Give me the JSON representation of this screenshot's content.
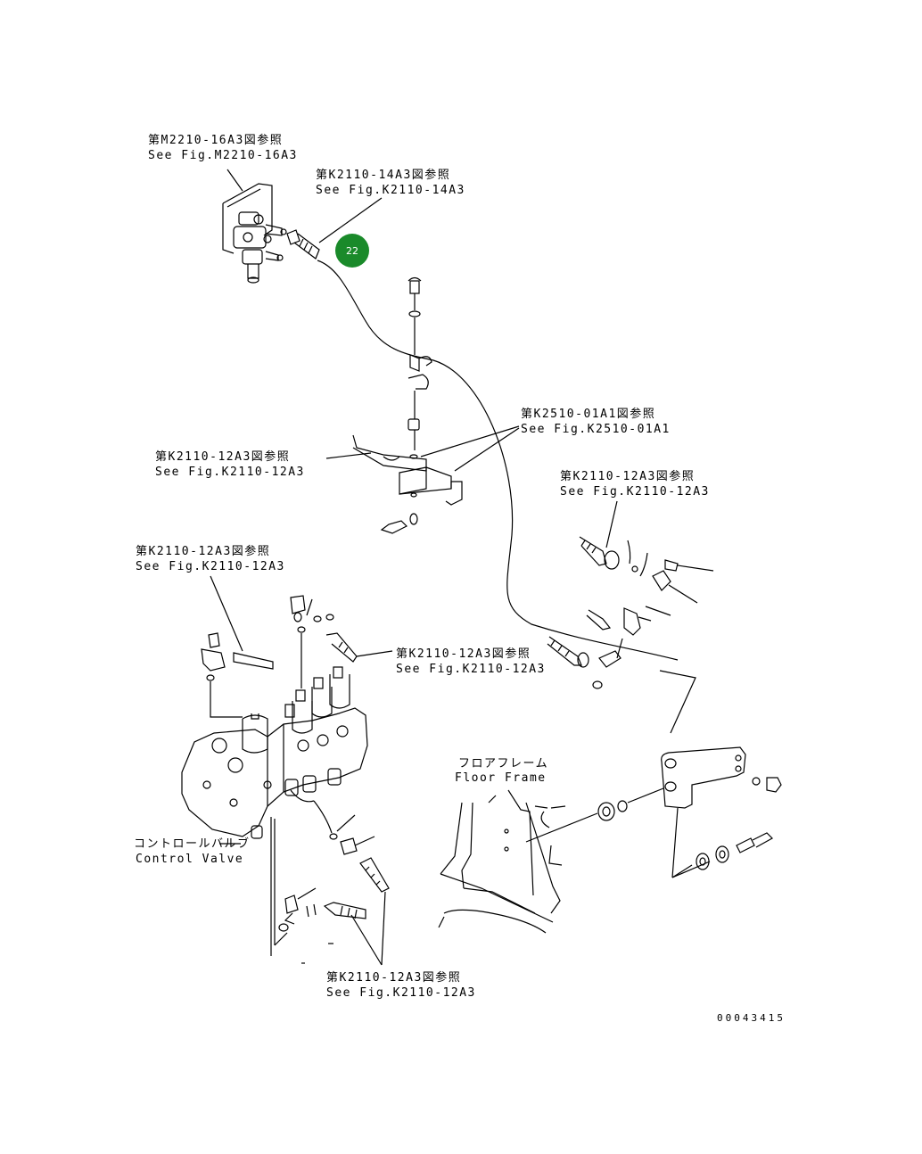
{
  "references": {
    "m2210_jp": "第M2210-16A3図参照",
    "m2210_en": "See Fig.M2210-16A3",
    "k2110_14_jp": "第K2110-14A3図参照",
    "k2110_14_en": "See Fig.K2110-14A3",
    "k2510_jp": "第K2510-01A1図参照",
    "k2510_en": "See Fig.K2510-01A1",
    "k2110_12_left_jp": "第K2110-12A3図参照",
    "k2110_12_left_en": "See Fig.K2110-12A3",
    "k2110_12_right_jp": "第K2110-12A3図参照",
    "k2110_12_right_en": "See Fig.K2110-12A3",
    "k2110_12_valve_top_jp": "第K2110-12A3図参照",
    "k2110_12_valve_top_en": "See Fig.K2110-12A3",
    "k2110_12_valve_right_jp": "第K2110-12A3図参照",
    "k2110_12_valve_right_en": "See Fig.K2110-12A3",
    "k2110_12_bottom_jp": "第K2110-12A3図参照",
    "k2110_12_bottom_en": "See Fig.K2110-12A3"
  },
  "parts": {
    "floor_frame_jp": "フロアフレーム",
    "floor_frame_en": "Floor Frame",
    "control_valve_jp": "コントロールバルブ",
    "control_valve_en": "Control Valve"
  },
  "callout": {
    "number": "22",
    "color": "#1a8a2a"
  },
  "drawing_number": "00043415"
}
